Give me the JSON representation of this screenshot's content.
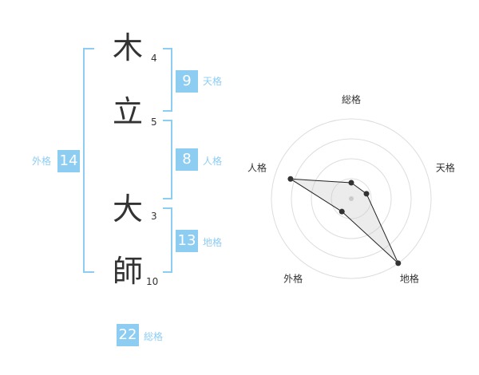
{
  "name": {
    "characters": [
      {
        "char": "木",
        "strokes": "4"
      },
      {
        "char": "立",
        "strokes": "5"
      },
      {
        "char": "大",
        "strokes": "3"
      },
      {
        "char": "師",
        "strokes": "10"
      }
    ]
  },
  "kaku": {
    "tenkaku": {
      "value": "9",
      "label": "天格"
    },
    "jinkaku": {
      "value": "8",
      "label": "人格"
    },
    "chikaku": {
      "value": "13",
      "label": "地格"
    },
    "gaikaku": {
      "value": "14",
      "label": "外格"
    },
    "soukaku": {
      "value": "22",
      "label": "総格"
    }
  },
  "colors": {
    "accent": "#8ecdf2",
    "text": "#333333"
  },
  "chart_data": {
    "type": "radar",
    "axes": [
      "総格",
      "天格",
      "地格",
      "外格",
      "人格"
    ],
    "values": [
      0.2,
      0.2,
      1.0,
      0.2,
      0.8
    ],
    "rings": 4,
    "range": [
      0,
      1
    ]
  }
}
